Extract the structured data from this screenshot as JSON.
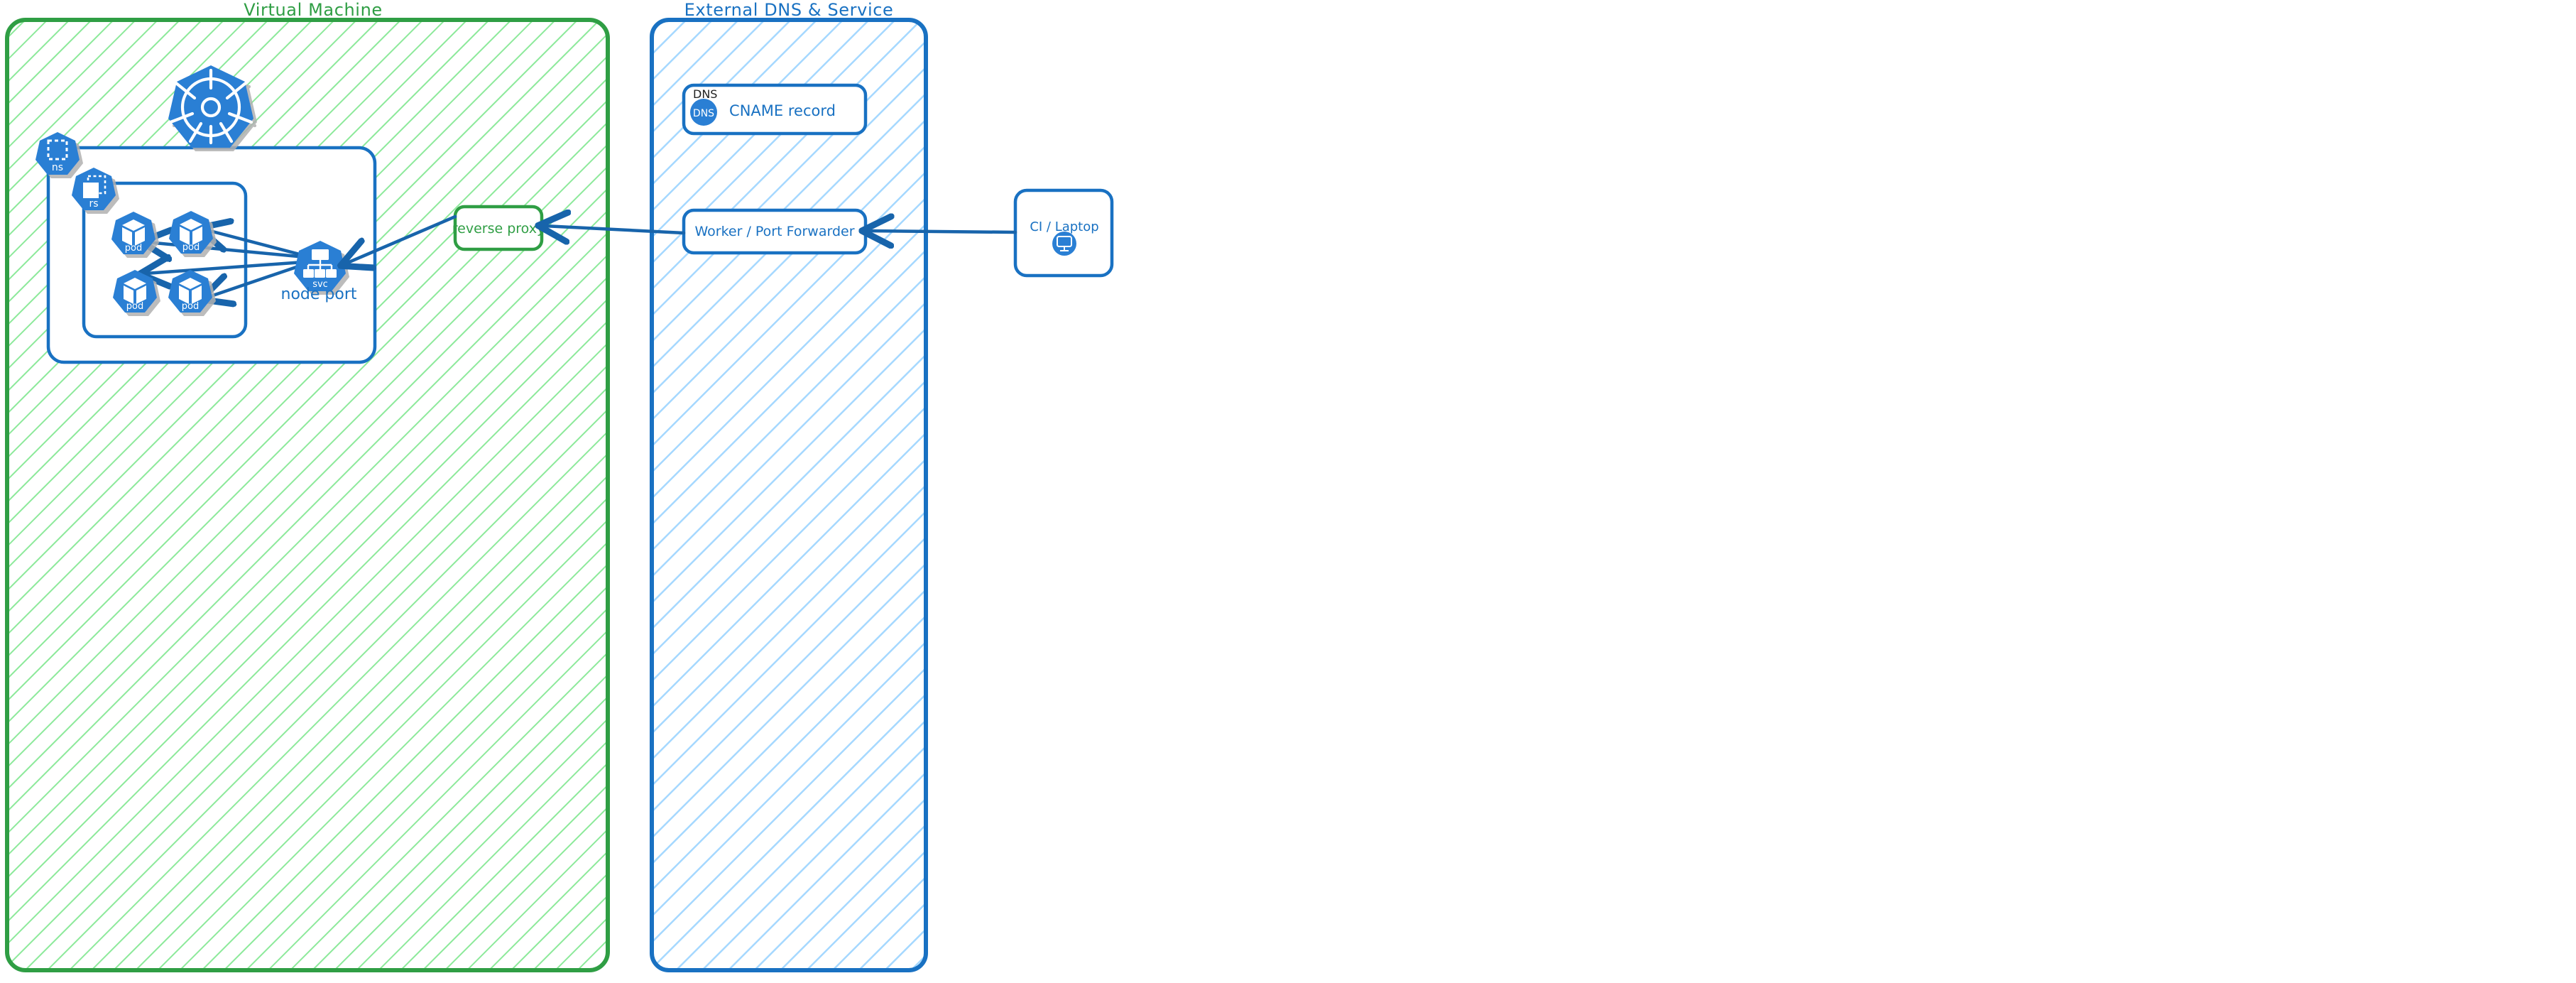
{
  "diagram": {
    "title_vm": "Virtual Machine",
    "title_ext": "External DNS & Service",
    "colors": {
      "green_stroke": "#2f9e44",
      "green_hatch": "#8ce99a",
      "blue_stroke": "#1971c2",
      "blue_hatch": "#a5d8ff",
      "k8s_blue": "#2a7fd4",
      "arrow": "#1864ab",
      "black": "#1e1e1e",
      "white": "#ffffff"
    }
  },
  "vm": {
    "label": "Virtual Machine",
    "k8s_logo_name": "kubernetes-logo",
    "namespace": {
      "badge": "ns",
      "icon": "namespace-icon"
    },
    "replicaset": {
      "badge": "rs",
      "icon": "replicaset-icon"
    },
    "pods": [
      {
        "badge": "pod",
        "icon": "pod-icon"
      },
      {
        "badge": "pod",
        "icon": "pod-icon"
      },
      {
        "badge": "pod",
        "icon": "pod-icon"
      },
      {
        "badge": "pod",
        "icon": "pod-icon"
      }
    ],
    "service": {
      "badge": "svc",
      "icon": "service-icon",
      "caption": "node port"
    },
    "reverse_proxy": {
      "label": "reverse proxy"
    }
  },
  "external": {
    "label": "External DNS & Service",
    "dns_card": {
      "tag": "DNS",
      "icon_label": "DNS",
      "icon": "dns-circle-icon",
      "label": "CNAME record"
    },
    "worker": {
      "label": "Worker / Port Forwarder"
    }
  },
  "client": {
    "label": "CI / Laptop",
    "icon": "monitor-icon"
  },
  "edges": [
    {
      "from": "service",
      "to": "pod-1",
      "kind": "arrow"
    },
    {
      "from": "service",
      "to": "pod-2",
      "kind": "arrow"
    },
    {
      "from": "service",
      "to": "pod-3",
      "kind": "arrow"
    },
    {
      "from": "service",
      "to": "pod-4",
      "kind": "arrow"
    },
    {
      "from": "reverse-proxy",
      "to": "service",
      "kind": "arrow"
    },
    {
      "from": "worker",
      "to": "reverse-proxy",
      "kind": "arrow"
    },
    {
      "from": "client",
      "to": "worker",
      "kind": "arrow"
    }
  ]
}
